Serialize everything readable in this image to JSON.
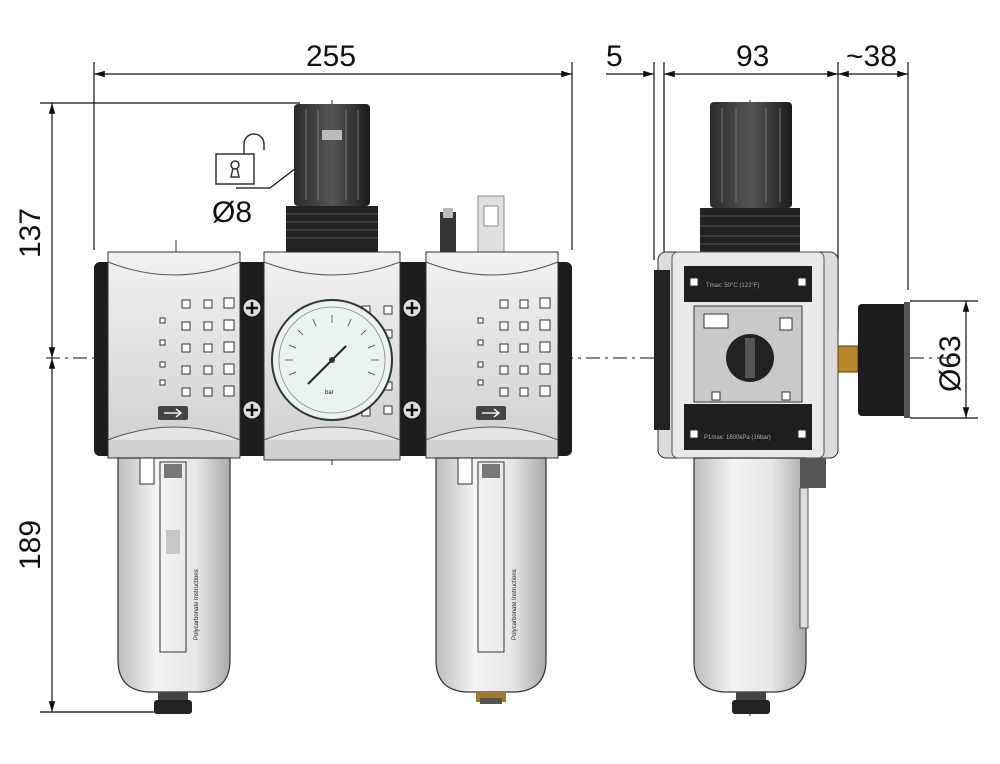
{
  "dimensions": {
    "width_total": "255",
    "gap": "5",
    "depth": "93",
    "gauge_protrusion": "~38",
    "height_top": "137",
    "height_bottom": "189",
    "gauge_diameter": "Ø63",
    "lock_hole": "Ø8"
  },
  "labels": {
    "gauge_unit": "bar",
    "temp_plate": "Tmax: 50°C (122°F)",
    "pressure_plate": "P1max: 1600kPa (16bar)",
    "bowl_text": "Polycarbonate Instructions"
  },
  "colors": {
    "body": "#d6d6d6",
    "dark": "#1a1a1a",
    "line": "#111111",
    "brass": "#b8862d"
  }
}
